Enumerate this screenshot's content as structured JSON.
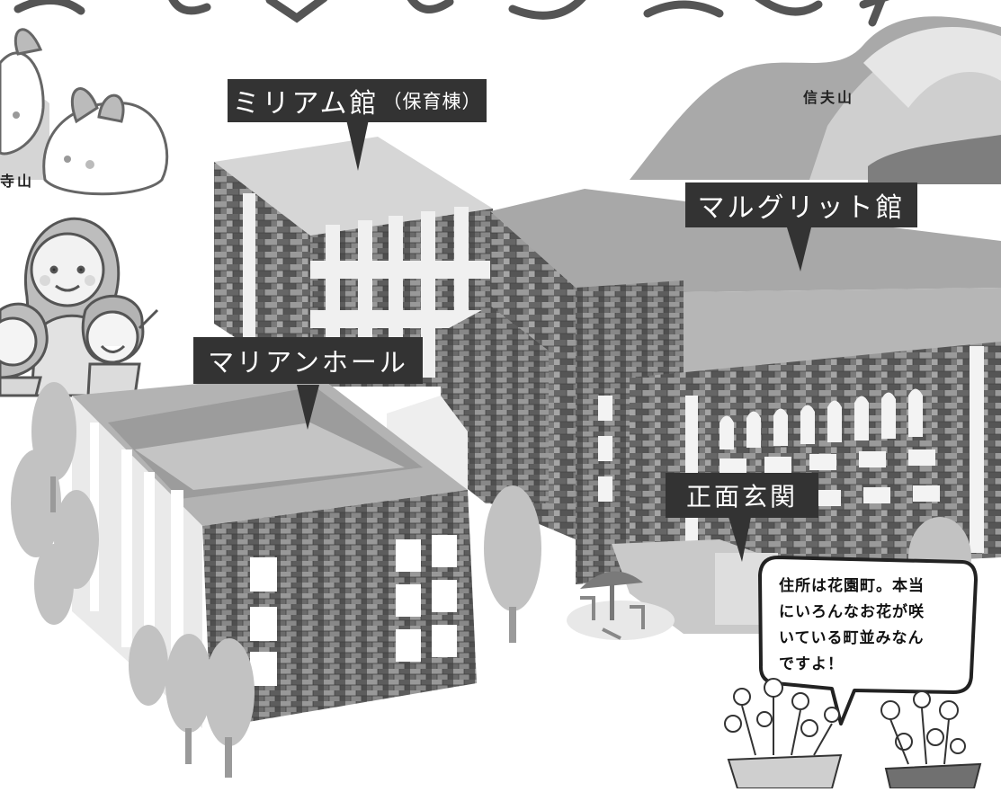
{
  "labels": {
    "miriam": {
      "main": "ミリアム館",
      "sub": "（保育棟）"
    },
    "marguerite": "マルグリット館",
    "marian_hall": "マリアンホール",
    "front_entrance": "正面玄関"
  },
  "mountains": {
    "shinobu": "信夫山",
    "left_partial": "寺山"
  },
  "speech_bubble": {
    "lines": [
      "住所は花園町。本当",
      "にいろんなお花が咲",
      "いている町並みなん",
      "ですよ！"
    ]
  },
  "colors": {
    "label_bg": "#333333",
    "roof_light": "#c8c8c8",
    "brick_dark": "#6e6e6e",
    "tree": "#b8b8b8"
  }
}
